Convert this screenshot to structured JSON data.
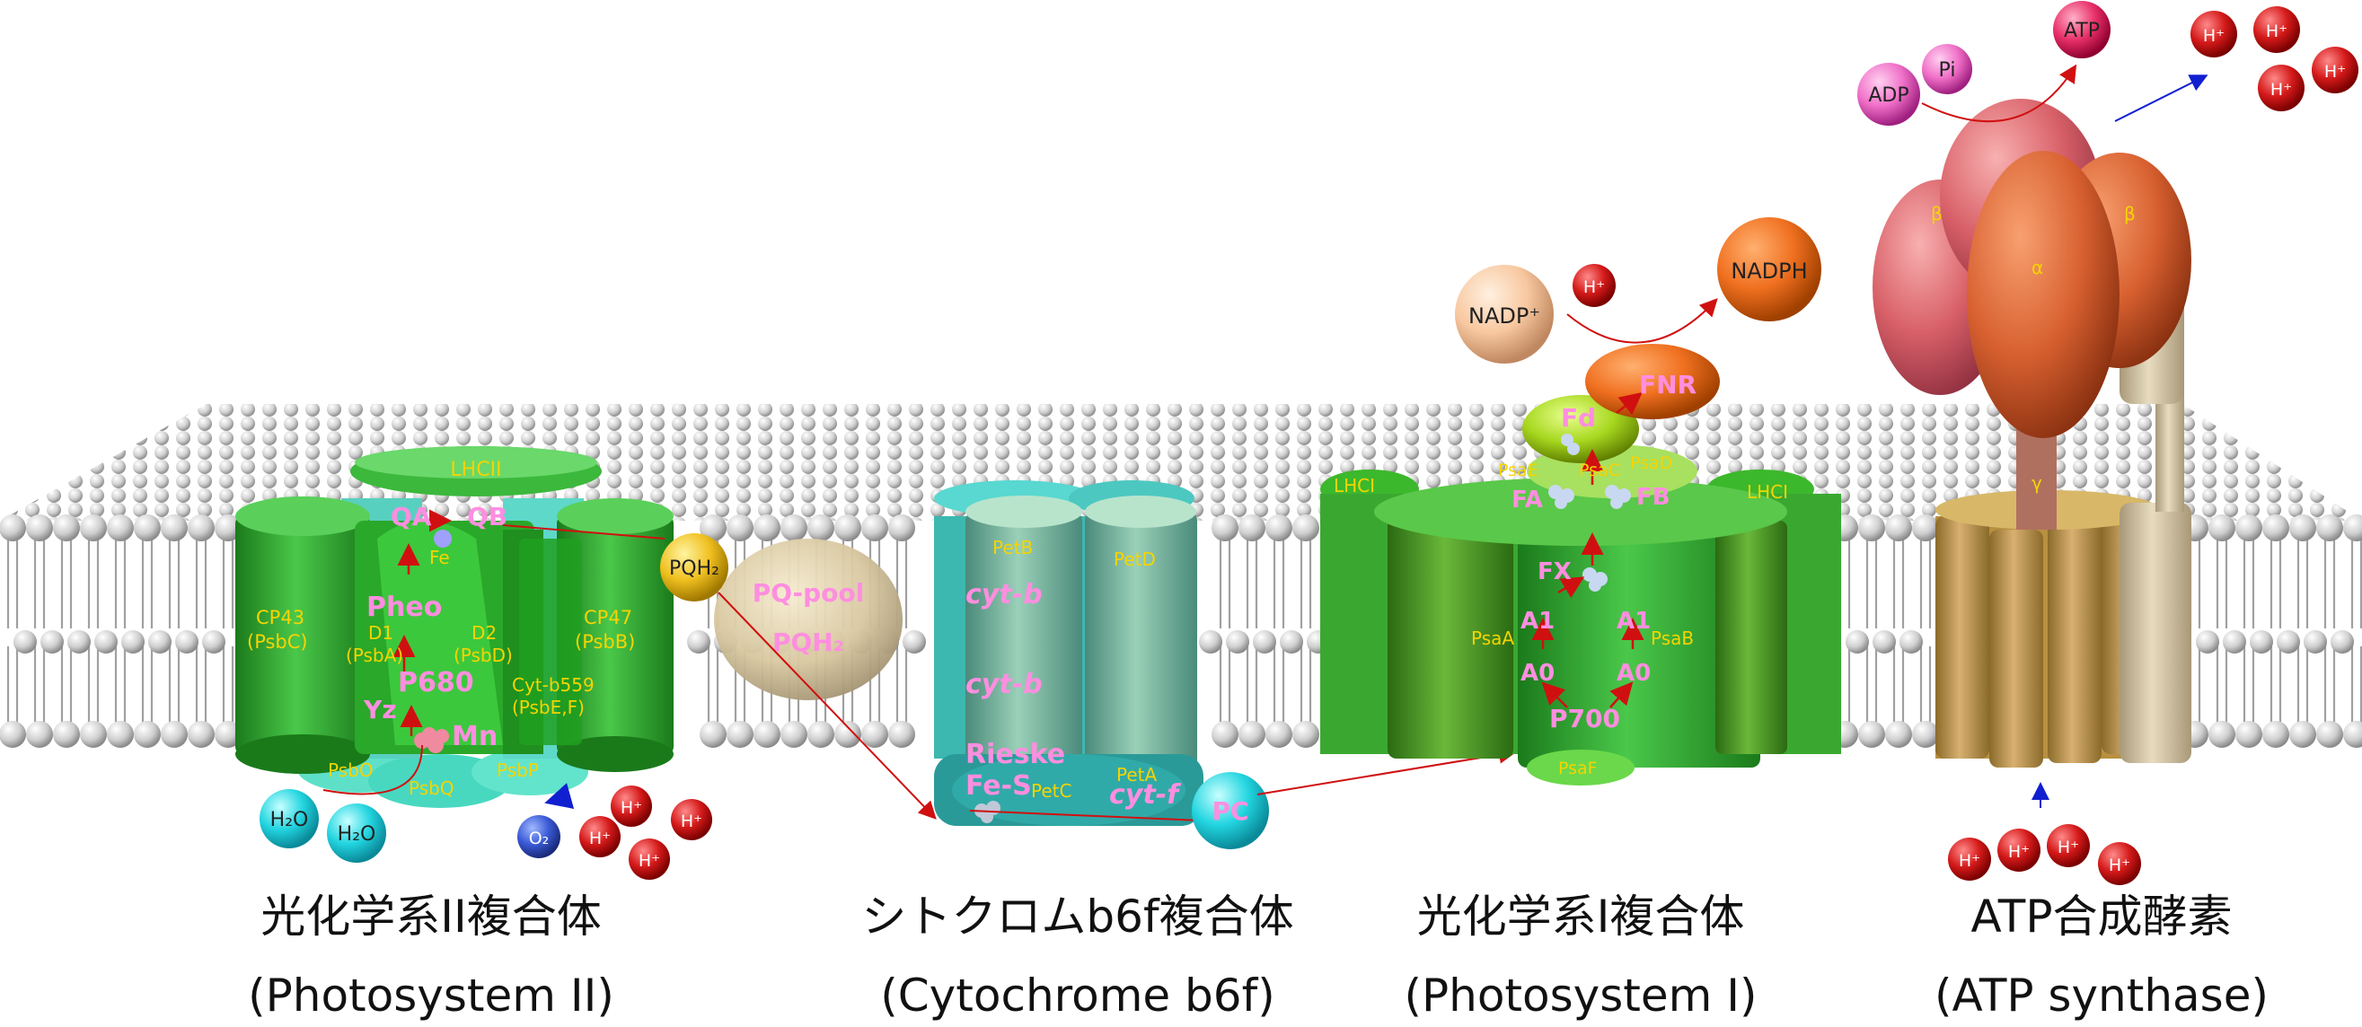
{
  "complexes": {
    "psii": {
      "name_ja": "光化学系II複合体",
      "name_en": "(Photosystem II)",
      "labels": {
        "lhcii": "LHCII",
        "qa": "QA",
        "qb": "QB",
        "fe": "Fe",
        "pheo": "Pheo",
        "p680": "P680",
        "yz": "Yz",
        "mn": "Mn",
        "cp43": "CP43",
        "cp43_sub": "(PsbC)",
        "cp47": "CP47",
        "cp47_sub": "(PsbB)",
        "d1": "D1",
        "d1_sub": "(PsbA)",
        "d2": "D2",
        "d2_sub": "(PsbD)",
        "cytb559": "Cyt-b559",
        "cytb559_sub": "(PsbE,F)",
        "psbo": "PsbO",
        "psbq": "PsbQ",
        "psbp": "PsbP",
        "h2o_1": "H₂O",
        "h2o_2": "H₂O",
        "o2": "O₂"
      }
    },
    "pq": {
      "pqh2_top": "PQH₂",
      "pool": "PQ-pool",
      "pool_pqh2": "PQH₂"
    },
    "b6f": {
      "name_ja": "シトクロムb6f複合体",
      "name_en": "(Cytochrome b6f)",
      "labels": {
        "petb": "PetB",
        "petd": "PetD",
        "cytb1": "cyt-b",
        "cytb2": "cyt-b",
        "rieske": "Rieske",
        "fes": "Fe-S",
        "petc": "PetC",
        "peta": "PetA",
        "cytf": "cyt-f",
        "pc": "PC"
      }
    },
    "psi": {
      "name_ja": "光化学系I複合体",
      "name_en": "(Photosystem I)",
      "labels": {
        "nadp": "NADP⁺",
        "nadph": "NADPH",
        "fnr": "FNR",
        "fd": "Fd",
        "psae": "PsaE",
        "psac": "PsaC",
        "psad": "PsaD",
        "lhci_l": "LHCI",
        "lhci_r": "LHCI",
        "fa": "FA",
        "fb": "FB",
        "fx": "FX",
        "a1_l": "A1",
        "a1_r": "A1",
        "a0_l": "A0",
        "a0_r": "A0",
        "psaa": "PsaA",
        "psab": "PsaB",
        "p700": "P700",
        "psaf": "PsaF"
      }
    },
    "atp": {
      "name_ja": "ATP合成酵素",
      "name_en": "(ATP synthase)",
      "labels": {
        "adp": "ADP",
        "pi": "Pi",
        "atp": "ATP",
        "alpha": "α",
        "beta_l": "β",
        "beta_r": "β",
        "gamma": "γ"
      }
    }
  },
  "ions": {
    "h": "H⁺"
  },
  "colors": {
    "membrane": "#c8c8c8",
    "psii_green": "#2fae2f",
    "b6f_teal": "#2aa8a0",
    "psi_green": "#3aa830",
    "atp_tan": "#c7a050",
    "atp_red": "#d9606a",
    "h_red": "#d51a1a",
    "label_pink": "#ff8ee0",
    "label_yellow": "#f5d400"
  }
}
